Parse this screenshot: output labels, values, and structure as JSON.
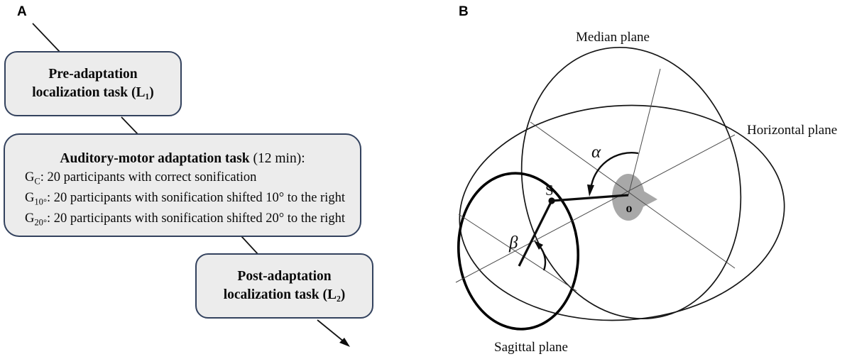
{
  "colors": {
    "box_fill": "#ececec",
    "box_border": "#33425e",
    "head_gray": "#a8a8a8",
    "thin_line": "#4a4a4a"
  },
  "panel_a": {
    "label": "A",
    "pre_box": {
      "line1": "Pre-adaptation",
      "line2": "localization task (L₁)"
    },
    "adapt_box": {
      "title_bold": "Auditory-motor adaptation task",
      "title_rest": " (12 min):",
      "rows": [
        {
          "prefix": "G",
          "sub": "C",
          "text": ": 20 participants with correct sonification"
        },
        {
          "prefix": "G",
          "sub": "10°",
          "text": ": 20 participants with sonification shifted 10° to the right"
        },
        {
          "prefix": "G",
          "sub": "20°",
          "text": ": 20 participants with sonification shifted 20° to the right"
        }
      ]
    },
    "post_box": {
      "line1": "Post-adaptation",
      "line2": "localization task (L₂)"
    }
  },
  "panel_b": {
    "label": "B",
    "plane_labels": {
      "median": "Median plane",
      "horizontal": "Horizontal plane",
      "sagittal": "Sagittal plane"
    },
    "angle_labels": {
      "azimuth": "α",
      "elevation": "β"
    },
    "point_labels": {
      "source": "S",
      "origin": "o"
    }
  }
}
